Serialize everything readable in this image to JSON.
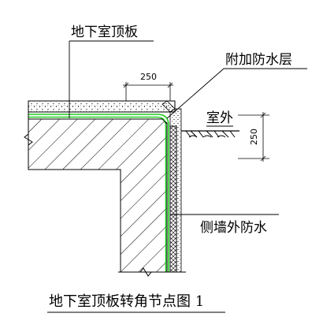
{
  "labels": {
    "roof_slab": "地下室顶板",
    "additional_waterproof": "附加防水层",
    "outdoor": "室外",
    "side_wall_waterproof": "侧墙外防水",
    "caption": "地下室顶板转角节点图 1"
  },
  "dimensions": {
    "top_width": "250",
    "side_height": "250"
  },
  "colors": {
    "waterproof_line": "#22cc22",
    "line": "#000000"
  }
}
